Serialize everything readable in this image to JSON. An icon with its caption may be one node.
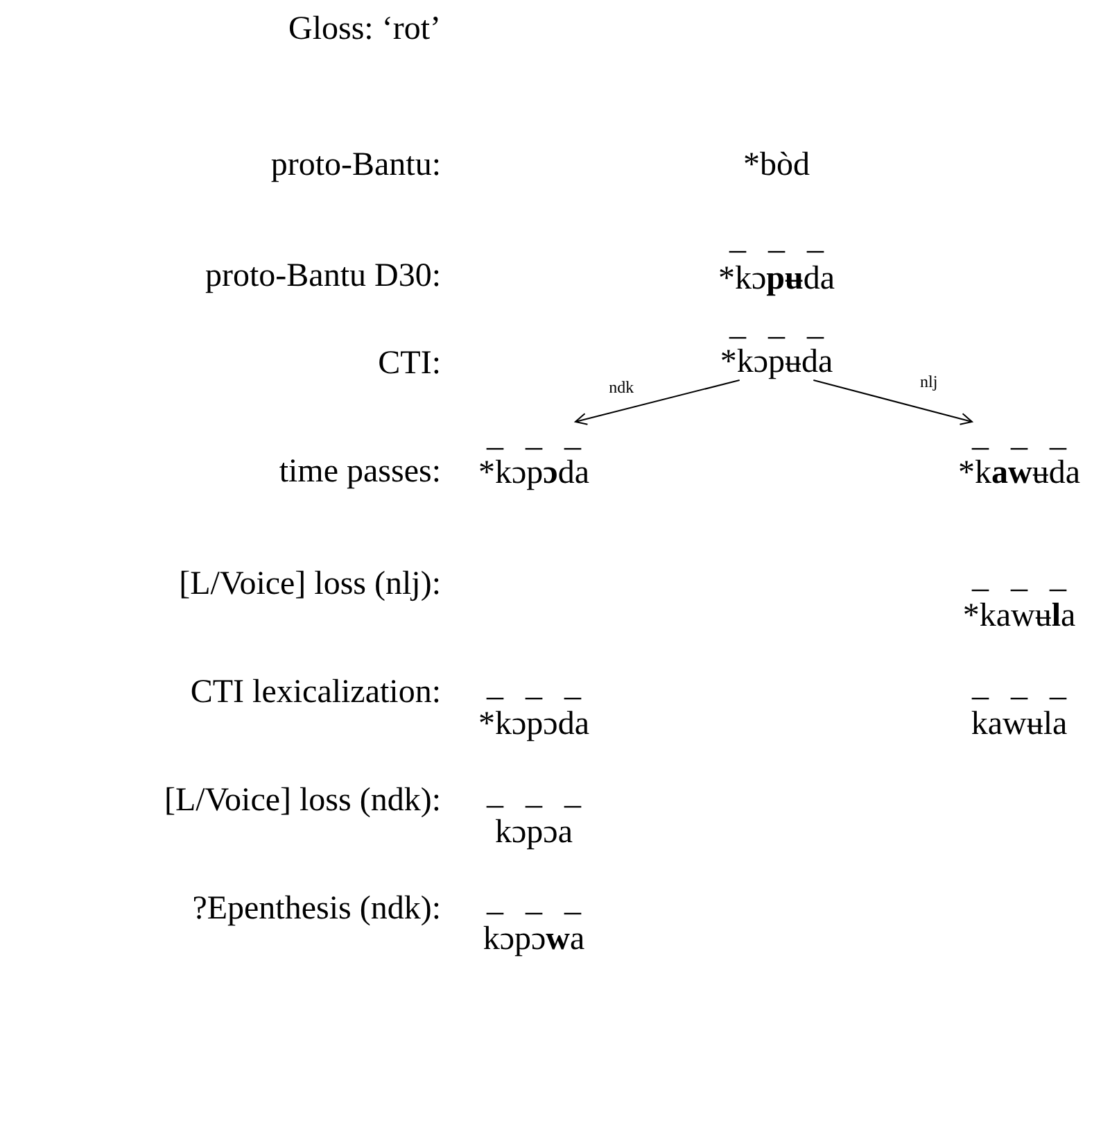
{
  "diagram": {
    "nodes": [
      {
        "text": [
          "*kɔpʉda"
        ],
        "beside": [
          "_ _ _"
        ]
      },
      {
        "text": [
          "*kɔp**ɔ**da"
        ],
        "beside": [
          "_ _ _"
        ]
      },
      {
        "text": [
          "*k**aw**ʉda"
        ],
        "beside": [
          "_ _ _"
        ]
      }
    ],
    "edges": [
      {
        "from": 0,
        "to": 1,
        "arrow": "to",
        "label": "ndk"
      },
      {
        "from": 0,
        "to": 2,
        "arrow": "to",
        "label": "nlj"
      }
    ],
    "labels": [
      "Gloss: ‘rot’",
      "proto-Bantu:",
      "*bòd",
      "proto-Bantu D30:",
      "_ _ _",
      "*kɔ**pʉ**da",
      "CTI:",
      "time passes:",
      "[L/Voice] loss (nlj):",
      "_ _ _",
      "*kawʉ**l**a",
      "CTI lexicalization:",
      "_ _ _",
      "*kɔpɔda",
      "_ _ _",
      "kawʉla",
      "[L/Voice] loss (ndk):",
      "_ _ _",
      "kɔpɔa",
      "?Epenthesis (ndk):",
      "_ _ _",
      "kɔpɔ**w**a"
    ]
  }
}
